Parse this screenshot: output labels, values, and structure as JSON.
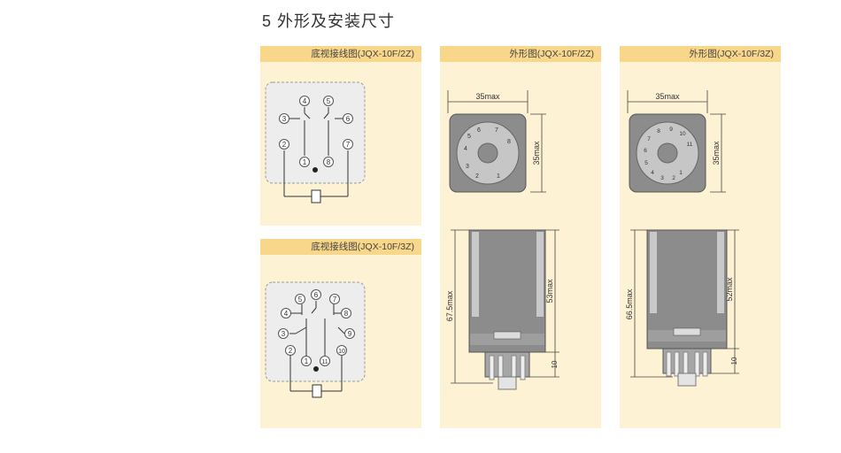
{
  "section_title": "5 外形及安装尺寸",
  "panels": {
    "wiring_2z": {
      "title": "底视接线图(JQX-10F/2Z)",
      "pins": [
        "4",
        "5",
        "3",
        "6",
        "2",
        "7",
        "1",
        "8"
      ]
    },
    "wiring_3z": {
      "title": "底视接线图(JQX-10F/3Z)",
      "pins": [
        "5",
        "6",
        "7",
        "4",
        "8",
        "3",
        "9",
        "2",
        "1",
        "11",
        "10"
      ]
    },
    "outline_2z": {
      "title": "外形图(JQX-10F/2Z)",
      "dims": {
        "width": "35max",
        "depth": "35max",
        "total_height": "67.5max",
        "body_height": "53max",
        "pin_length": "10"
      },
      "socket_numbers": [
        "1",
        "2",
        "3",
        "4",
        "5",
        "6",
        "7",
        "8"
      ]
    },
    "outline_3z": {
      "title": "外形图(JQX-10F/3Z)",
      "dims": {
        "width": "35max",
        "depth": "35max",
        "total_height": "66.5max",
        "body_height": "52max",
        "pin_length": "10"
      },
      "socket_numbers": [
        "1",
        "2",
        "3",
        "4",
        "5",
        "6",
        "7",
        "8",
        "9",
        "10",
        "11"
      ]
    }
  },
  "colors": {
    "panel_bg": "#fdf2d4",
    "panel_header": "#f8d68a",
    "relay_body": "#8c8c8c",
    "relay_face": "#bdbdbd"
  }
}
